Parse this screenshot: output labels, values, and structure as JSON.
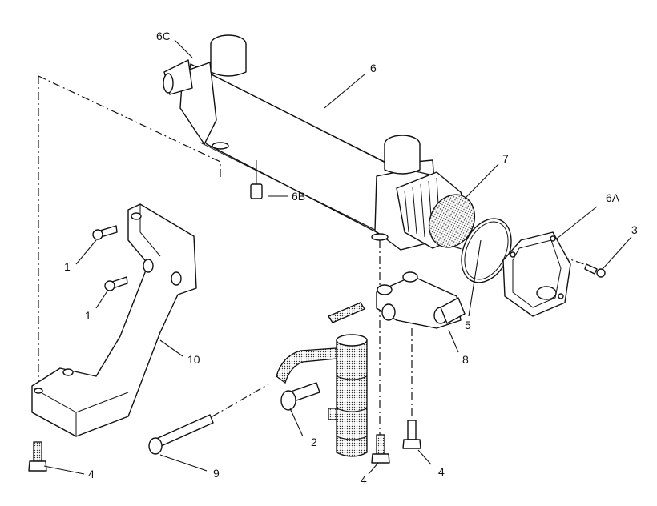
{
  "diagram": {
    "callouts": {
      "c6": "6",
      "c6A": "6A",
      "c6B": "6B",
      "c6C": "6C",
      "c7": "7",
      "c3": "3",
      "c5": "5",
      "c8": "8",
      "c10": "10",
      "c1a": "1",
      "c1b": "1",
      "c2": "2",
      "c9": "9",
      "c4a": "4",
      "c4b": "4",
      "c4c": "4"
    }
  }
}
